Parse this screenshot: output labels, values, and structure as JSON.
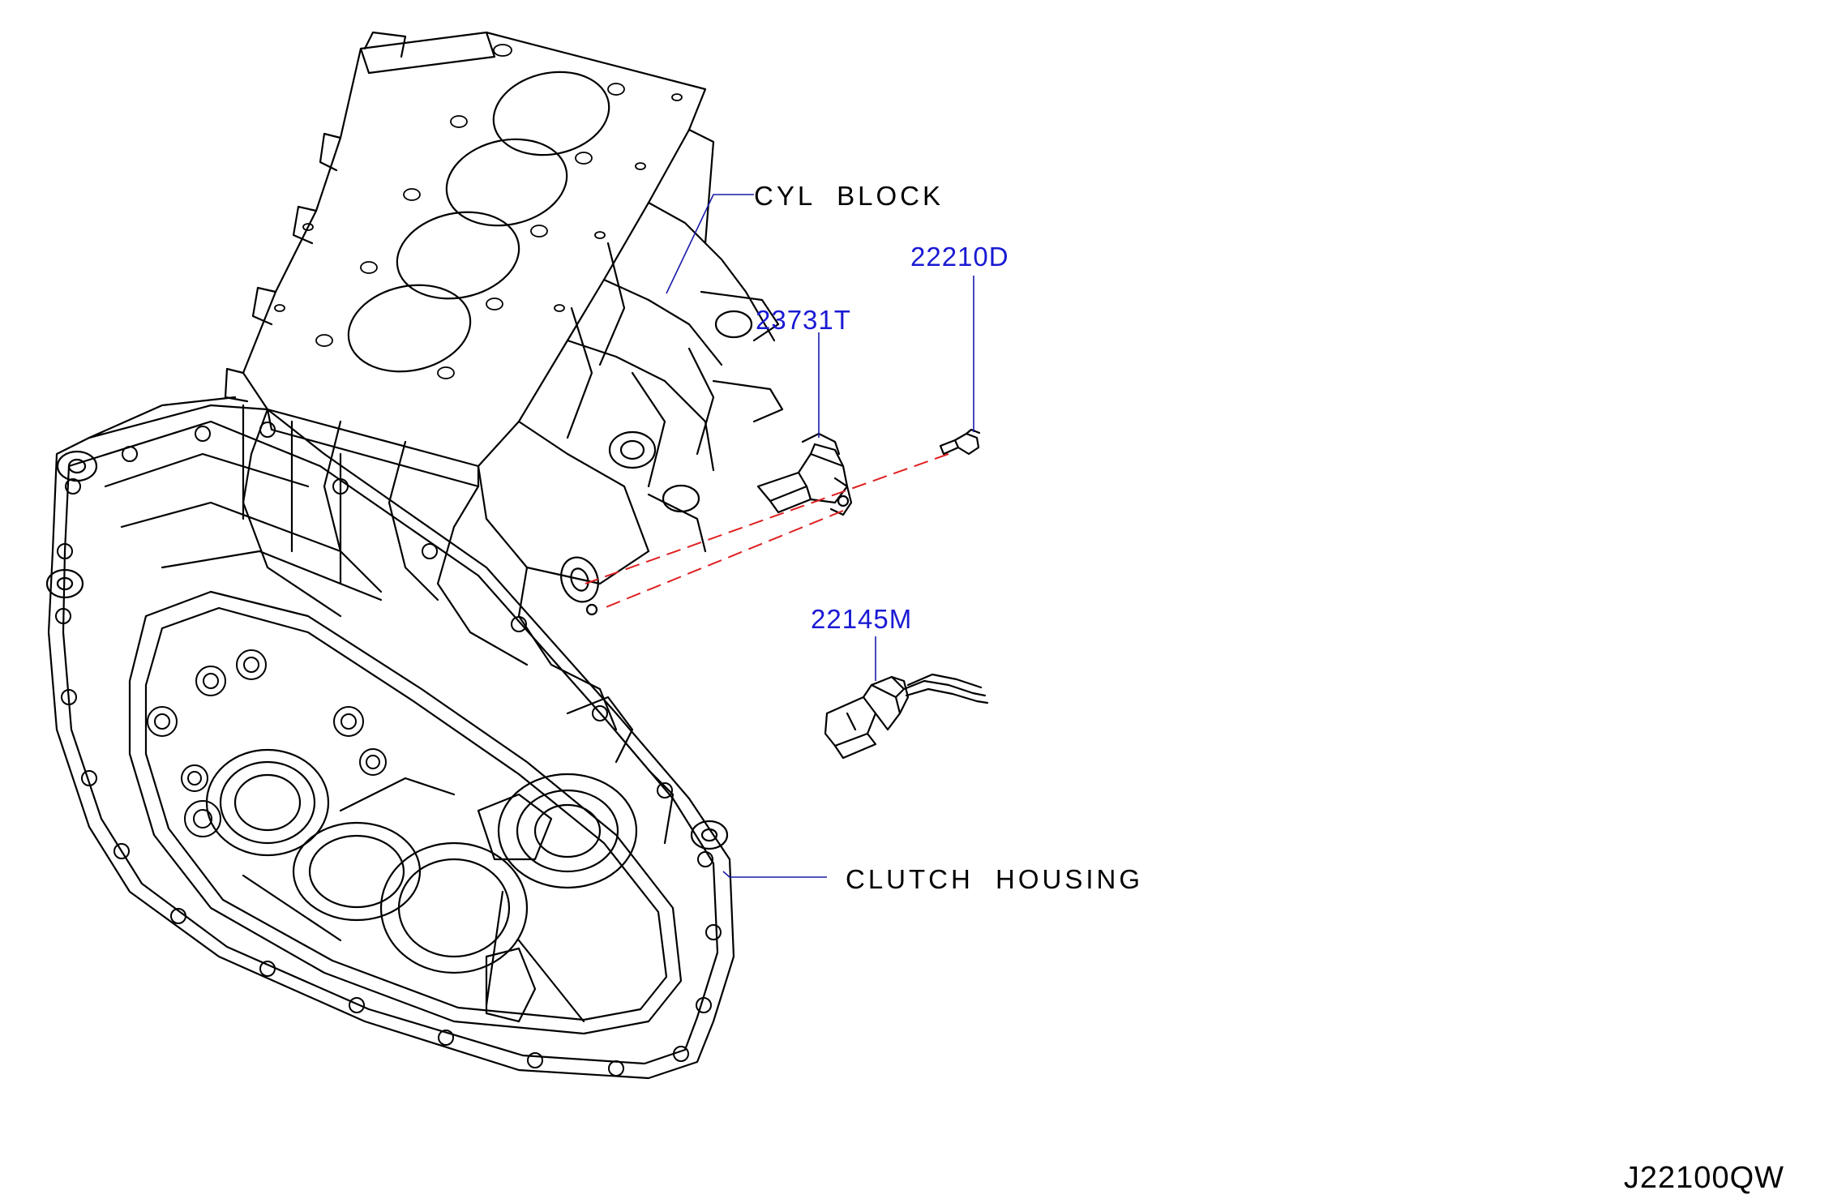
{
  "labels": {
    "cyl_block": "CYL  BLOCK",
    "clutch_housing": "CLUTCH  HOUSING",
    "part_22210D": "22210D",
    "part_23731T": "23731T",
    "part_22145M": "22145M"
  },
  "diagram_code": "J22100QW",
  "colors": {
    "line": "#000000",
    "part_number": "#1a1ad4",
    "leader": "#1a1aa8",
    "dashed_guide": "#e02020"
  },
  "icons": [
    "bolt-icon",
    "sensor-icon",
    "connector-harness-icon"
  ]
}
